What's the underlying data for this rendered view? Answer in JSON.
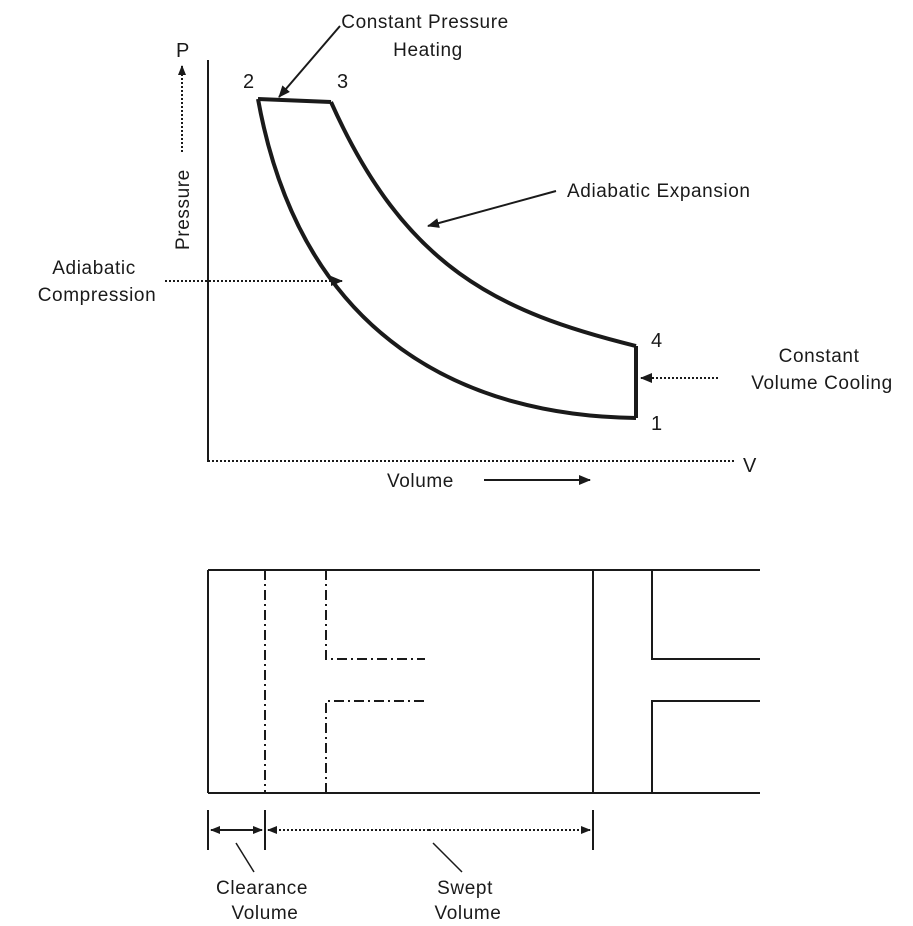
{
  "pv_diagram": {
    "axis_y_letter": "P",
    "axis_x_letter": "V",
    "axis_y_label": "Pressure",
    "axis_x_label": "Volume",
    "points": {
      "p1": "1",
      "p2": "2",
      "p3": "3",
      "p4": "4"
    },
    "process_labels": {
      "constant_pressure": [
        "Constant Pressure",
        "Heating"
      ],
      "adiabatic_expansion": [
        "Adiabatic Expansion"
      ],
      "adiabatic_compression": [
        "Adiabatic",
        "Compression"
      ],
      "constant_volume": [
        "Constant",
        "Volume Cooling"
      ]
    }
  },
  "cylinder": {
    "clearance_label": [
      "Clearance",
      "Volume"
    ],
    "swept_label": [
      "Swept",
      "Volume"
    ]
  },
  "colors": {
    "line": "#1a1a1a"
  }
}
